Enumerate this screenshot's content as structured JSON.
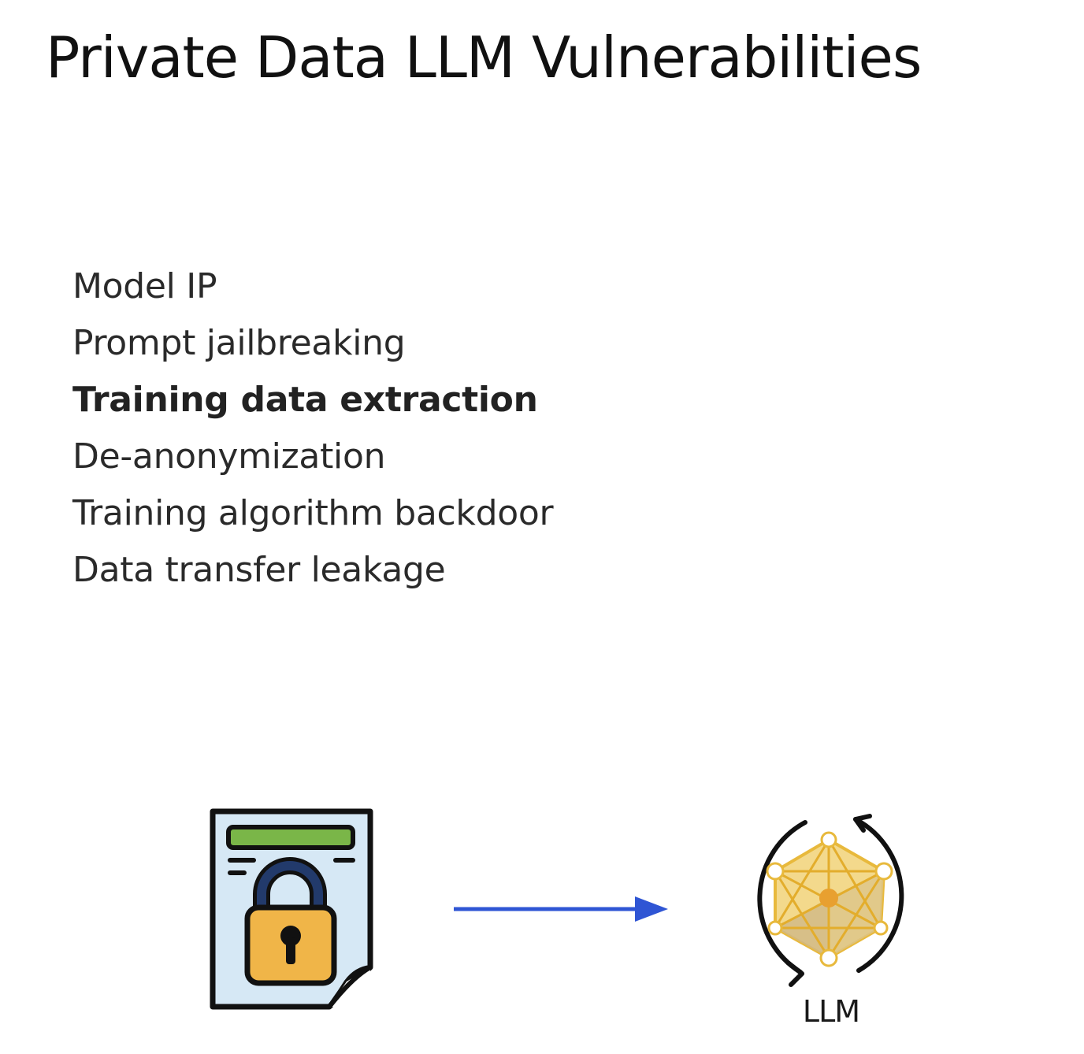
{
  "title": "Private Data LLM Vulnerabilities",
  "vulnerabilities": [
    {
      "label": "Model IP",
      "highlighted": false
    },
    {
      "label": "Prompt jailbreaking",
      "highlighted": false
    },
    {
      "label": "Training data extraction",
      "highlighted": true
    },
    {
      "label": "De-anonymization",
      "highlighted": false
    },
    {
      "label": "Training algorithm backdoor",
      "highlighted": false
    },
    {
      "label": "Data transfer leakage",
      "highlighted": false
    }
  ],
  "diagram": {
    "source_icon": "locked-document-icon",
    "arrow_icon": "arrow-right-icon",
    "target_icon": "llm-network-icon",
    "target_label": "LLM",
    "colors": {
      "arrow": "#2f55d4",
      "document_bg": "#d6e8f5",
      "document_header": "#7ab648",
      "lock_body": "#f0b548",
      "lock_shackle": "#223a6b",
      "network_gold": "#e8b93c"
    }
  }
}
